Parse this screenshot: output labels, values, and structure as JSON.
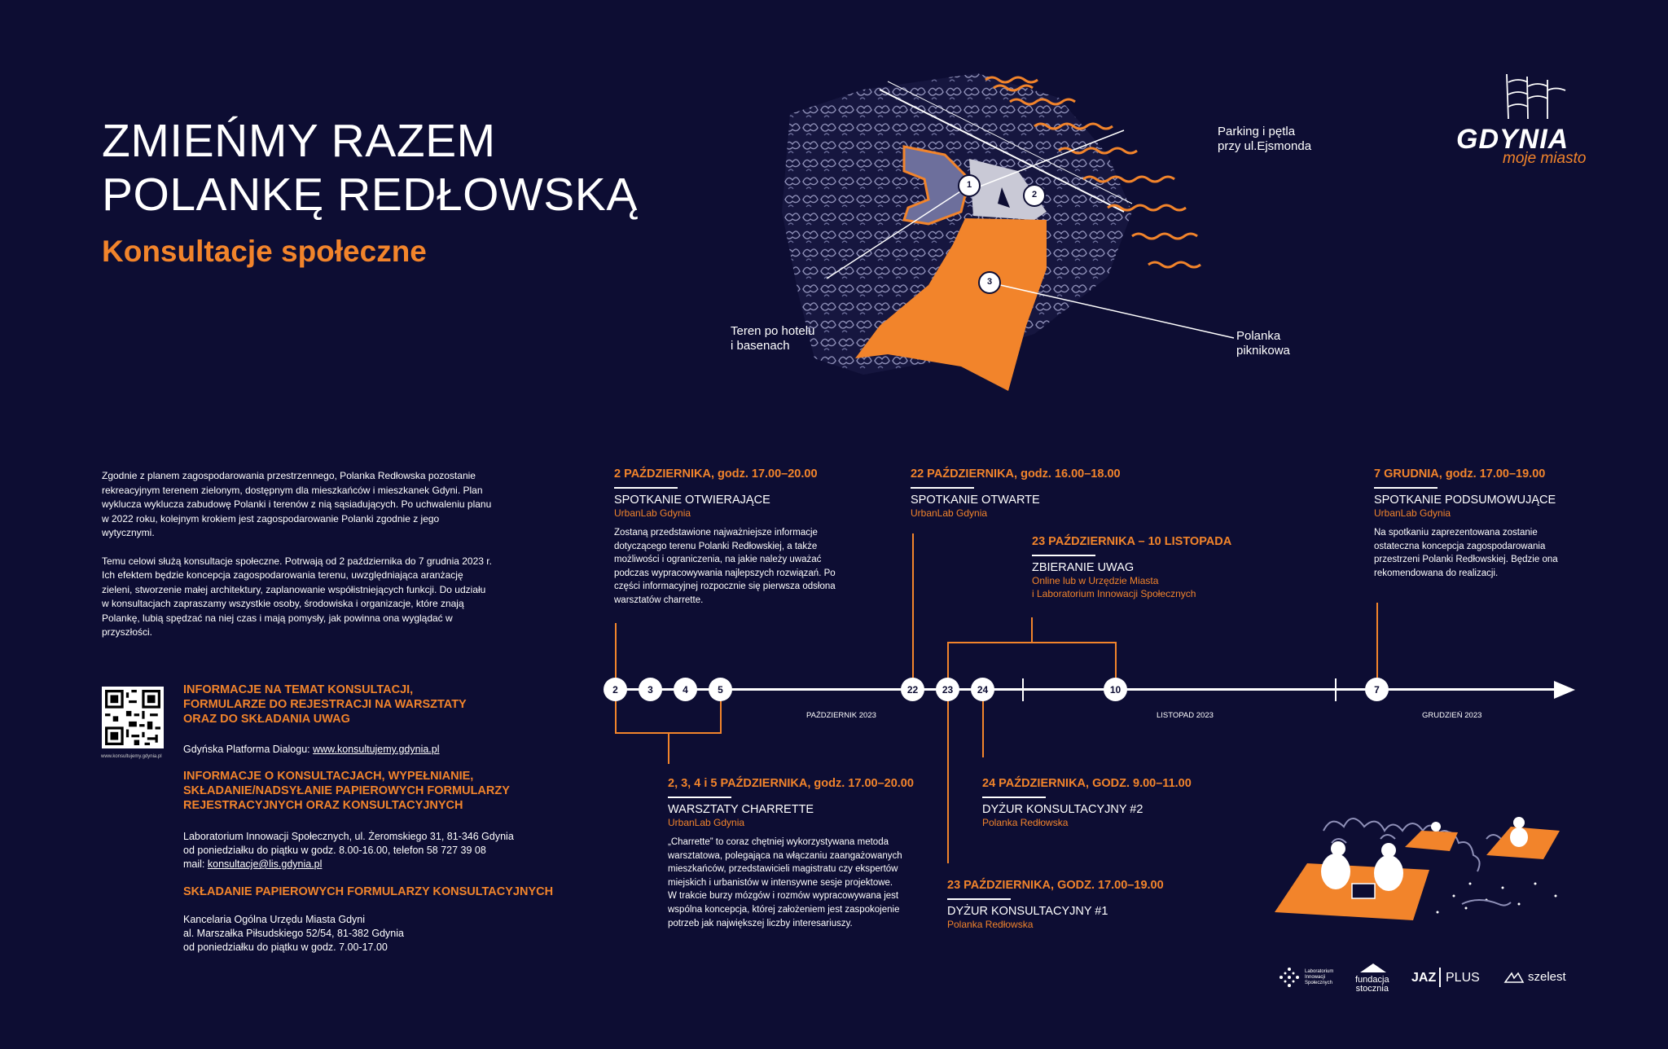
{
  "header": {
    "title_line1": "ZMIEŃMY RAZEM",
    "title_line2": "POLANKĘ REDŁOWSKĄ",
    "subtitle": "Konsultacje społeczne"
  },
  "logo": {
    "brand": "GDYNIA",
    "tagline": "moje miasto"
  },
  "map": {
    "labels": {
      "parking": [
        "Parking i pętla",
        "przy ul.Ejsmonda"
      ],
      "hotel": [
        "Teren po hotelu",
        "i basenach"
      ],
      "polanka": [
        "Polanka",
        "piknikowa"
      ]
    },
    "markers": [
      "1",
      "2",
      "3"
    ]
  },
  "intro": {
    "p1": "Zgodnie z planem zagospodarowania przestrzennego, Polanka Redłowska pozostanie rekreacyjnym terenem zielonym, dostępnym dla mieszkańców i mieszkanek Gdyni. Plan wyklucza wyklucza zabudowę Polanki i terenów z nią sąsiadujących. Po uchwaleniu planu w 2022 roku, kolejnym krokiem jest zagospodarowanie Polanki zgodnie z jego wytycznymi.",
    "p2": "Temu celowi służą konsultacje społeczne. Potrwają od 2 października do 7 grudnia 2023 r. Ich efektem będzie koncepcja zagospodarowania terenu, uwzględniająca aranżację zieleni, stworzenie małej architektury, zaplanowanie współistniejących funkcji. Do udziału w konsultacjach zapraszamy wszystkie osoby, środowiska i organizacje, które znają Polankę, lubią spędzać na niej czas i mają pomysły, jak powinna ona wyglądać w przyszłości."
  },
  "info": {
    "qr_label": "www.konsultujemy.gdynia.pl",
    "h1": [
      "INFORMACJE NA TEMAT KONSULTACJI,",
      "FORMULARZE DO REJESTRACJI NA WARSZTATY",
      "ORAZ DO SKŁADANIA UWAG"
    ],
    "platform_prefix": "Gdyńska Platforma Dialogu: ",
    "platform_link": "www.konsultujemy.gdynia.pl",
    "h2": [
      "INFORMACJE O KONSULTACJACH, WYPEŁNIANIE,",
      "SKŁADANIE/NADSYŁANIE PAPIEROWYCH FORMULARZY",
      "REJESTRACYJNYCH ORAZ KONSULTACYJNYCH"
    ],
    "lis_line1": "Laboratorium Innowacji Społecznych, ul. Żeromskiego 31, 81-346 Gdynia",
    "lis_line2": "od poniedziałku do piątku w godz. 8.00-16.00, telefon 58 727 39 08",
    "mail_prefix": "mail: ",
    "mail": "konsultacje@lis.gdynia.pl",
    "h3": "SKŁADANIE PAPIEROWYCH FORMULARZY KONSULTACYJNYCH",
    "k_line1": "Kancelaria Ogólna Urzędu Miasta Gdyni",
    "k_line2": "al. Marszałka Piłsudskiego 52/54, 81-382 Gdynia",
    "k_line3": "od poniedziałku do piątku w godz. 7.00-17.00"
  },
  "timeline": {
    "markers": [
      "2",
      "3",
      "4",
      "5",
      "22",
      "23",
      "24",
      "10",
      "7"
    ],
    "months": [
      "PAŹDZIERNIK 2023",
      "LISTOPAD 2023",
      "GRUDZIEŃ 2023"
    ],
    "events": {
      "e1": {
        "date": "2 PAŹDZIERNIKA, godz. 17.00–20.00",
        "title": "SPOTKANIE OTWIERAJĄCE",
        "place": "UrbanLab Gdynia",
        "desc": "Zostaną przedstawione najważniejsze informacje dotyczącego terenu Polanki Redłowskiej, a także możliwości i ograniczenia, na jakie należy uważać podczas wypracowywania najlepszych rozwiązań. Po części informacyjnej rozpocznie się pierwsza odsłona warsztatów charrette."
      },
      "e2": {
        "date": "22 PAŹDZIERNIKA, godz. 16.00–18.00",
        "title": "SPOTKANIE OTWARTE",
        "place": "UrbanLab Gdynia"
      },
      "e3": {
        "date": "23 PAŹDZIERNIKA – 10 LISTOPADA",
        "title": "ZBIERANIE UWAG",
        "place1": "Online lub w Urzędzie Miasta",
        "place2": "i Laboratorium Innowacji Społecznych"
      },
      "e4": {
        "date": "7 GRUDNIA, godz. 17.00–19.00",
        "title": "SPOTKANIE PODSUMOWUJĄCE",
        "place": "UrbanLab Gdynia",
        "desc": "Na spotkaniu zaprezentowana zostanie ostateczna koncepcja zagospodarowania przestrzeni Polanki Redłowskiej. Będzie ona rekomendowana do realizacji."
      },
      "e5": {
        "date": "2, 3, 4 i 5 PAŹDZIERNIKA,  godz. 17.00–20.00",
        "title": "WARSZTATY CHARRETTE",
        "place": "UrbanLab Gdynia",
        "desc": "„Charrette” to coraz chętniej wykorzystywana metoda warsztatowa, polegająca na włączaniu zaangażowanych mieszkańców, przedstawicieli magistratu czy ekspertów miejskich i urbanistów w intensywne sesje projektowe. W trakcie burzy mózgów i rozmów wypracowywana jest wspólna koncepcja, której założeniem jest zaspokojenie potrzeb jak największej liczby interesariuszy."
      },
      "e6": {
        "date": "24 PAŹDZIERNIKA, GODZ. 9.00–11.00",
        "title": "DYŻUR KONSULTACYJNY #2",
        "place": "Polanka Redłowska"
      },
      "e7": {
        "date": "23 PAŹDZIERNIKA, GODZ. 17.00–19.00",
        "title": "DYŻUR KONSULTACYJNY #1",
        "place": "Polanka Redłowska"
      }
    }
  },
  "partners": {
    "lis": [
      "Laboratorium",
      "Innowacji",
      "Społecznych"
    ],
    "fundacja": [
      "fundacja",
      "stocznia"
    ],
    "jaz": "JAZ",
    "plus": "PLUS",
    "szelest": "szelest"
  },
  "colors": {
    "background": "#0d0d33",
    "accent": "#f2842b",
    "text": "#ffffff"
  }
}
